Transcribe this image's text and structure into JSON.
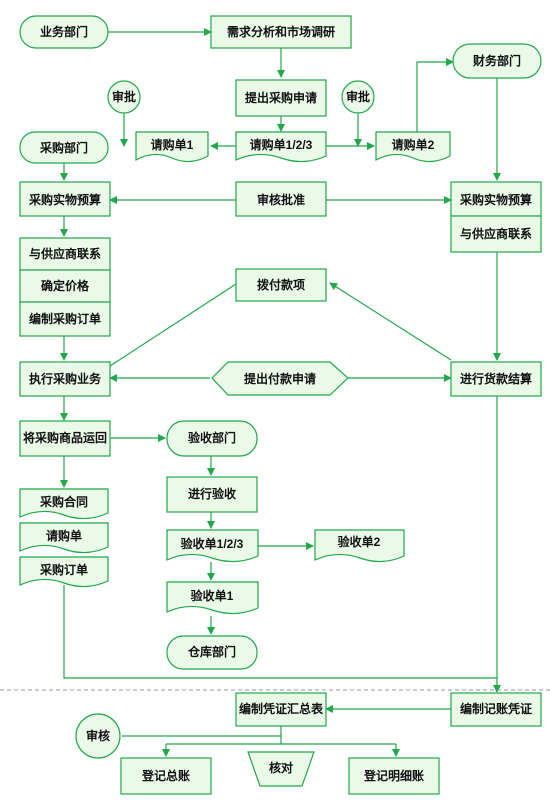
{
  "nodes": {
    "biz_dept": "业务部门",
    "demand_analysis": "需求分析和市场调研",
    "purchase_request": "提出采购申请",
    "approve1": "审批",
    "approve2": "审批",
    "finance_dept": "财务部门",
    "req_form1": "请购单1",
    "req_form123": "请购单1/2/3",
    "req_form2": "请购单2",
    "purchase_dept": "采购部门",
    "purchase_budget_left": "采购实物预算",
    "review_approve": "审核批准",
    "purchase_budget_right": "采购实物预算",
    "supplier_contact_right": "与供应商联系",
    "supplier_contact_left": "与供应商联系",
    "confirm_price": "确定价格",
    "make_order": "编制采购订单",
    "disburse": "拨付款项",
    "execute_purchase": "执行采购业务",
    "payment_request": "提出付款申请",
    "settlement": "进行货款结算",
    "ship_goods": "将采购商品运回",
    "receiving_dept": "验收部门",
    "do_receive": "进行验收",
    "contract": "采购合同",
    "req_form_doc": "请购单",
    "order_doc": "采购订单",
    "recv_form123": "验收单1/2/3",
    "recv_form2": "验收单2",
    "recv_form1": "验收单1",
    "warehouse": "仓库部门",
    "voucher_summary": "编制凭证汇总表",
    "make_voucher": "编制记账凭证",
    "audit": "审核",
    "general_ledger": "登记总账",
    "check": "核对",
    "detail_ledger": "登记明细账"
  },
  "colors": {
    "stroke": "#21a84a",
    "fill": "#eaf9e8",
    "divider": "#999999"
  }
}
